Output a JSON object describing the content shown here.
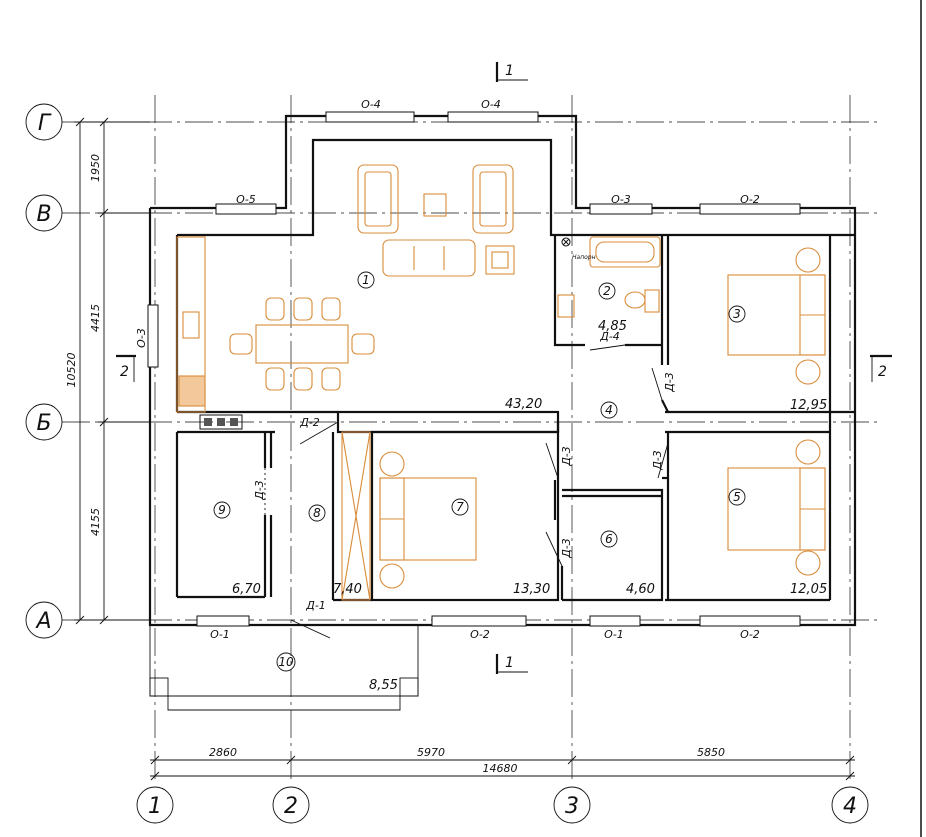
{
  "axes": {
    "rows": [
      "Г",
      "В",
      "Б",
      "А"
    ],
    "cols": [
      "1",
      "2",
      "3",
      "4"
    ]
  },
  "dimensions": {
    "vertical": [
      "1950",
      "4415",
      "4155"
    ],
    "vertical_total": "10520",
    "horizontal": [
      "2860",
      "5970",
      "5850"
    ],
    "horizontal_total": "14680"
  },
  "section_marks": {
    "s1": "1",
    "s2": "2"
  },
  "rooms": [
    {
      "num": "1",
      "area": ""
    },
    {
      "num": "2",
      "area": "4,85"
    },
    {
      "num": "3",
      "area": "12,95"
    },
    {
      "num": "4",
      "area": "43,20"
    },
    {
      "num": "5",
      "area": "12,05"
    },
    {
      "num": "6",
      "area": "4,60"
    },
    {
      "num": "7",
      "area": "13,30"
    },
    {
      "num": "8",
      "area": "7,40"
    },
    {
      "num": "9",
      "area": "6,70"
    },
    {
      "num": "10",
      "area": "8,55"
    }
  ],
  "windows": {
    "o4": "О-4",
    "o5": "О-5",
    "o3": "О-3",
    "o2": "О-2",
    "o1": "О-1"
  },
  "doors": {
    "d1": "Д-1",
    "d2": "Д-2",
    "d3": "Д-3",
    "d4": "Д-4"
  },
  "fixtures": {
    "boiler": "Напорн"
  }
}
